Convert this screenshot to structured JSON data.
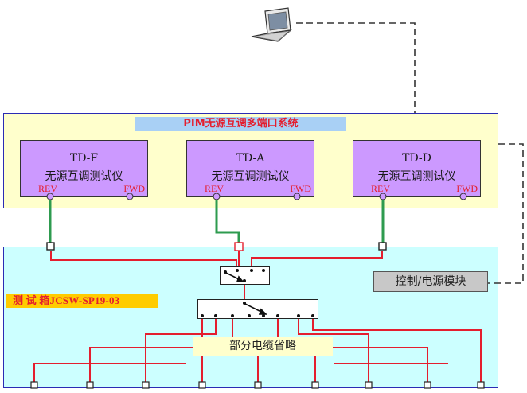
{
  "system": {
    "title": "PIM无源互调多端口系统",
    "analyzers": [
      {
        "name": "TD-F",
        "desc": "无源互调测试仪",
        "rev": "REV",
        "fwd": "FWD"
      },
      {
        "name": "TD-A",
        "desc": "无源互调测试仪",
        "rev": "REV",
        "fwd": "FWD"
      },
      {
        "name": "TD-D",
        "desc": "无源互调测试仪",
        "rev": "REV",
        "fwd": "FWD"
      }
    ]
  },
  "test_box": {
    "label": "测 试 箱JCSW-SP19-03",
    "control_module": "控制/电源模块",
    "omitted_note": "部分电缆省略"
  },
  "colors": {
    "system_fill": "#ffffcc",
    "test_box_fill": "#ccffff",
    "analyzer_fill": "#cc99ff",
    "title_bar": "#a9d0f5",
    "label_bar": "#ffcc00",
    "rf_cable_green": "#2e9b4f",
    "rf_cable_red": "#e41e2e",
    "control_line": "#333333"
  },
  "icons": {
    "pc": "laptop-icon"
  }
}
